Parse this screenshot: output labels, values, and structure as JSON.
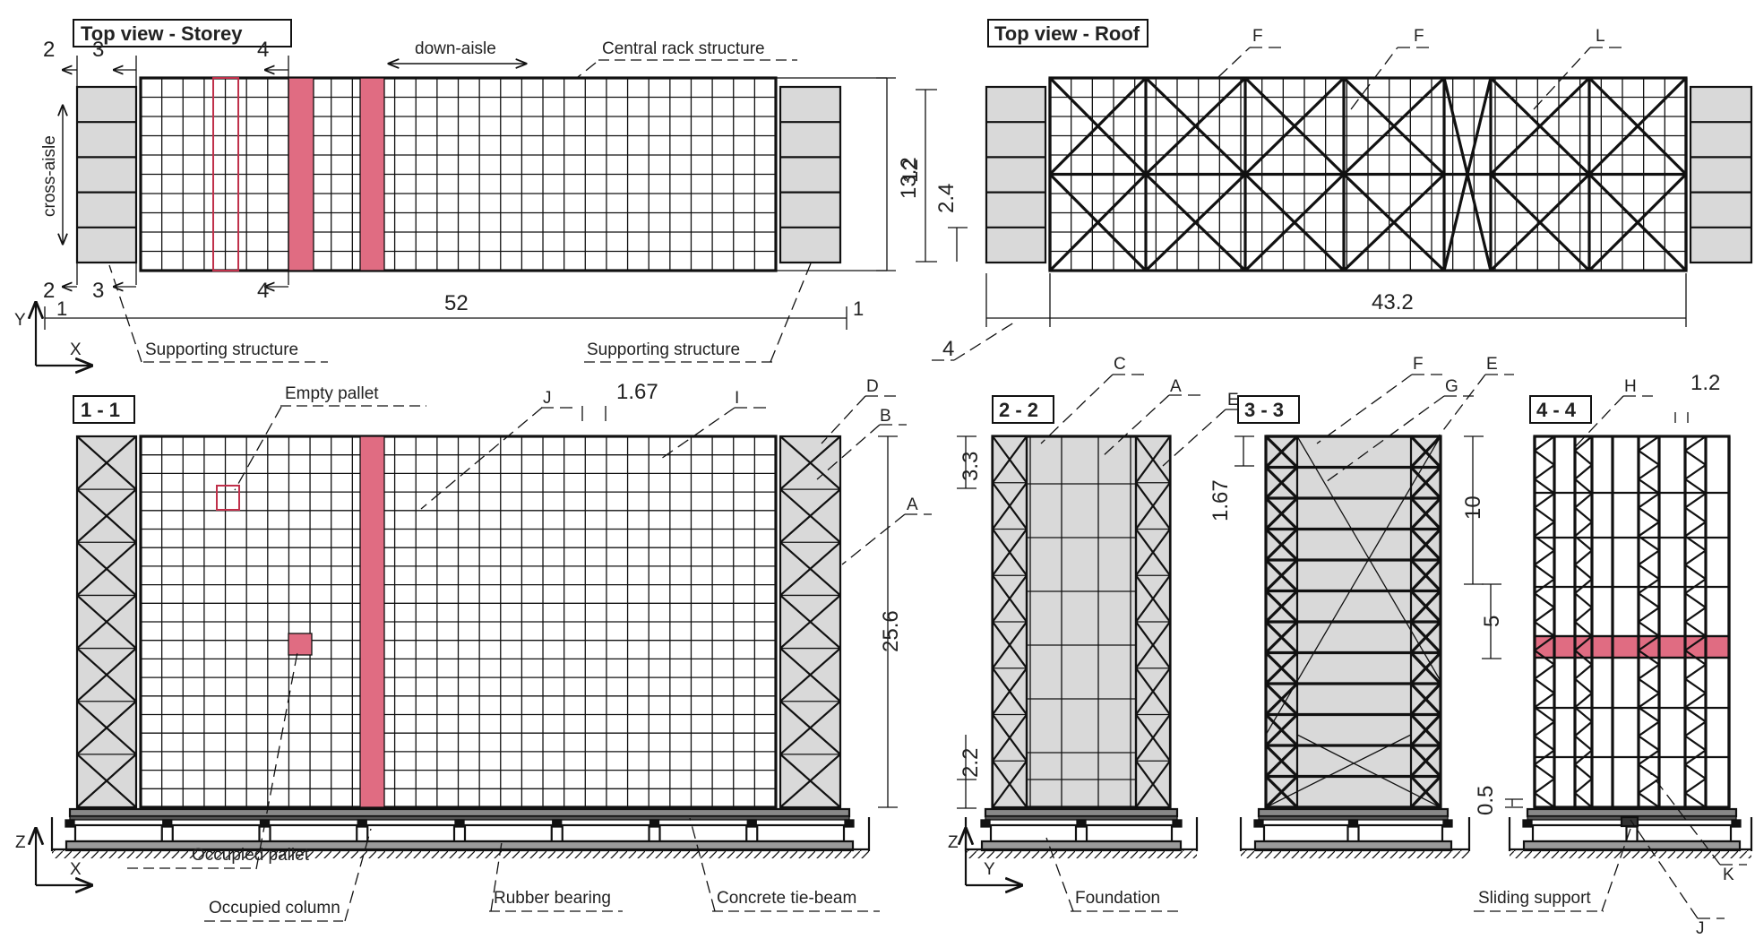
{
  "views": {
    "storey_title": "Top view - Storey",
    "roof_title": "Top view - Roof",
    "section_1": "1 - 1",
    "section_2": "2 - 2",
    "section_3": "3 - 3",
    "section_4": "4 - 4"
  },
  "labels": {
    "down_aisle": "down-aisle",
    "cross_aisle": "cross-aisle",
    "central_rack": "Central rack structure",
    "supporting_left": "Supporting structure",
    "supporting_right": "Supporting structure",
    "empty_pallet": "Empty pallet",
    "occupied_pallet": "Occupied pallet",
    "occupied_column": "Occupied column",
    "rubber_bearing": "Rubber bearing",
    "concrete_tie_beam": "Concrete tie-beam",
    "foundation": "Foundation",
    "sliding_support": "Sliding support"
  },
  "dimensions": {
    "d52": "52",
    "d13_2": "13.2",
    "d12": "12",
    "d2_4": "2.4",
    "d4": "4",
    "d43_2": "43.2",
    "d1_67_top": "1.67",
    "d25_6": "25.6",
    "d3_3": "3.3",
    "d2_2": "2.2",
    "d1_67_side": "1.67",
    "d10": "10",
    "d5": "5",
    "d0_5": "0.5",
    "d1_2": "1.2"
  },
  "section_marks": {
    "m1": "1",
    "m2": "2",
    "m3": "3",
    "m4": "4"
  },
  "letters": {
    "A": "A",
    "B": "B",
    "C": "C",
    "D": "D",
    "E": "E",
    "F": "F",
    "G": "G",
    "H": "H",
    "I": "I",
    "J": "J",
    "K": "K",
    "L": "L"
  },
  "axes": {
    "x": "X",
    "y": "Y",
    "z": "Z"
  },
  "colors": {
    "occupied": "#e06c82",
    "support_fill": "#d9d9d9",
    "line": "#111111"
  }
}
